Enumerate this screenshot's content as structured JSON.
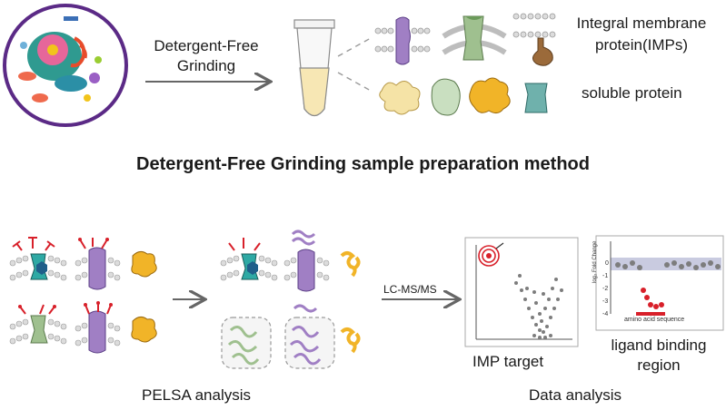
{
  "top": {
    "grinding_label_line1": "Detergent-Free",
    "grinding_label_line2": "Grinding",
    "imp_label_line1": "Integral membrane",
    "imp_label_line2": "protein(IMPs)",
    "soluble_label": "soluble protein"
  },
  "title": "Detergent-Free Grinding sample preparation method",
  "bottom": {
    "pelsa_label": "PELSA analysis",
    "lcms_label": "LC-MS/MS",
    "imp_target_label": "IMP target",
    "ligand_label": "ligand binding region",
    "data_analysis_label": "Data analysis"
  },
  "fold_change_panel": {
    "ylabel": "log₂ Fold Change",
    "xlabel": "amino acid sequence",
    "yticks": [
      "0",
      "-1",
      "-2",
      "-3",
      "-4"
    ]
  },
  "colors": {
    "purple_imp": "#a07fc4",
    "green_imp": "#9fc08f",
    "teal_imp": "#2ea9a4",
    "brown_imp": "#9b6a3a",
    "soluble_yellow": "#f5e3a6",
    "soluble_green": "#c9dfc0",
    "soluble_orange": "#f1b428",
    "soluble_teal": "#6fb1ac",
    "scissors_red": "#d8202a",
    "cell_border": "#5b2a86",
    "highlight_band": "#c9cbe0"
  }
}
